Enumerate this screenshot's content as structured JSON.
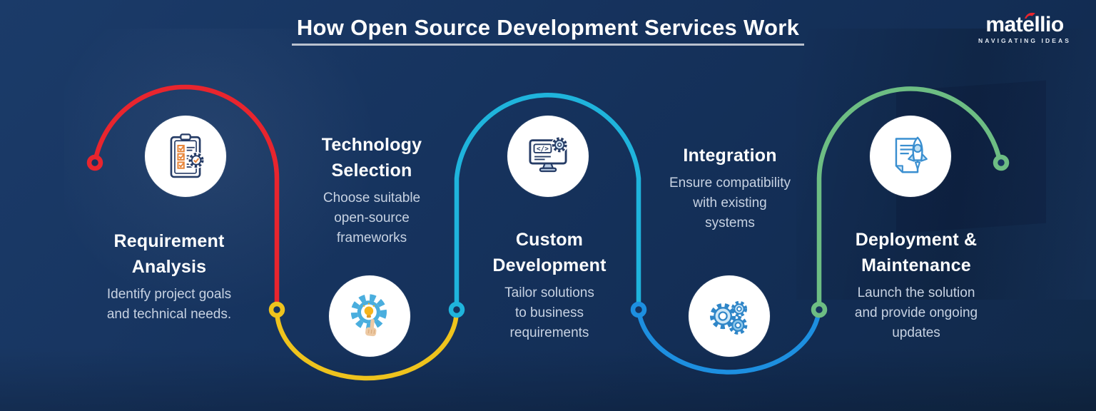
{
  "header": {
    "title": "How Open Source Development Services Work"
  },
  "logo": {
    "wordmark": "matellio",
    "tagline": "NAVIGATING IDEAS",
    "accent_color": "#e8252e"
  },
  "colors": {
    "background": "#16335e",
    "title_text": "#ffffff",
    "description_text": "#c7d2e2",
    "underline": "#ccd2da"
  },
  "steps": [
    {
      "title": "Requirement Analysis",
      "title_lines": [
        "Requirement",
        "Analysis"
      ],
      "desc_lines": [
        "Identify project goals",
        "and technical needs."
      ],
      "description": "Identify project goals and technical needs.",
      "icon": "clipboard-checklist-icon",
      "color": "#e8252e"
    },
    {
      "title": "Technology Selection",
      "title_lines": [
        "Technology",
        "Selection"
      ],
      "desc_lines": [
        "Choose suitable",
        "open-source",
        "frameworks"
      ],
      "description": "Choose suitable open-source frameworks",
      "icon": "gear-lightbulb-icon",
      "color": "#eec31d"
    },
    {
      "title": "Custom Development",
      "title_lines": [
        "Custom",
        "Development"
      ],
      "desc_lines": [
        "Tailor solutions",
        "to business",
        "requirements"
      ],
      "description": "Tailor solutions to business requirements",
      "icon": "monitor-code-icon",
      "color": "#1fb4dc"
    },
    {
      "title": "Integration",
      "title_lines": [
        "Integration"
      ],
      "desc_lines": [
        "Ensure compatibility",
        "with existing",
        "systems"
      ],
      "description": "Ensure compatibility with existing systems",
      "icon": "gears-icon",
      "color": "#1d8fe0"
    },
    {
      "title": "Deployment & Maintenance",
      "title_lines": [
        "Deployment &",
        "Maintenance"
      ],
      "desc_lines": [
        "Launch the solution",
        "and provide ongoing",
        "updates"
      ],
      "description": "Launch the solution and provide ongoing updates",
      "icon": "document-rocket-icon",
      "color": "#6dbd83"
    }
  ]
}
